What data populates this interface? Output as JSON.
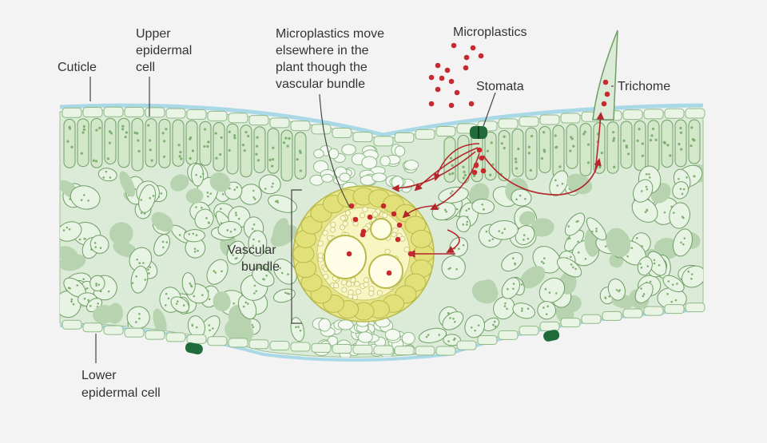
{
  "labels": {
    "cuticle": "Cuticle",
    "upper_epidermal": [
      "Upper",
      "epidermal",
      "cell"
    ],
    "microplastics_move": [
      "Microplastics move",
      "elsewhere in the",
      "plant though the",
      "vascular bundle"
    ],
    "microplastics": "Microplastics",
    "stomata": "Stomata",
    "trichome": "Trichome",
    "vascular_bundle": [
      "Vascular",
      "bundle"
    ],
    "lower_epidermal": [
      "Lower",
      "epidermal cell"
    ]
  },
  "colors": {
    "background": "#f3f3f3",
    "leaf_tissue": "#dcebd8",
    "epidermis": "#e9f4e5",
    "cuticle": "#a9d8e6",
    "cell_outline": "#6f9e66",
    "spongy_dark": "#b7d3b0",
    "vascular_outer": "#dfe07a",
    "vascular_inner": "#f7f5c2",
    "stoma": "#1f6b3a",
    "microplastic": "#c8292f",
    "arrow": "#b3262c",
    "leader": "#444444"
  }
}
